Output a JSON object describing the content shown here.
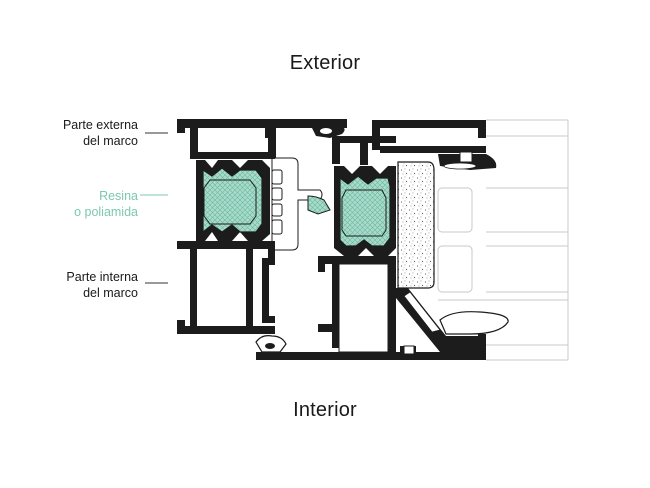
{
  "headings": {
    "exterior": "Exterior",
    "interior": "Interior"
  },
  "labels": {
    "external_frame": [
      "Parte externa",
      "del marco"
    ],
    "resin": [
      "Resina",
      "o poliamida"
    ],
    "internal_frame": [
      "Parte interna",
      "del marco"
    ]
  },
  "colors": {
    "profile": "#1c1c1c",
    "resin_fill": "#a6dccb",
    "resin_label": "#7cc9ae",
    "leader_line": "#333333",
    "glass_lines": "#c8c8c8"
  }
}
